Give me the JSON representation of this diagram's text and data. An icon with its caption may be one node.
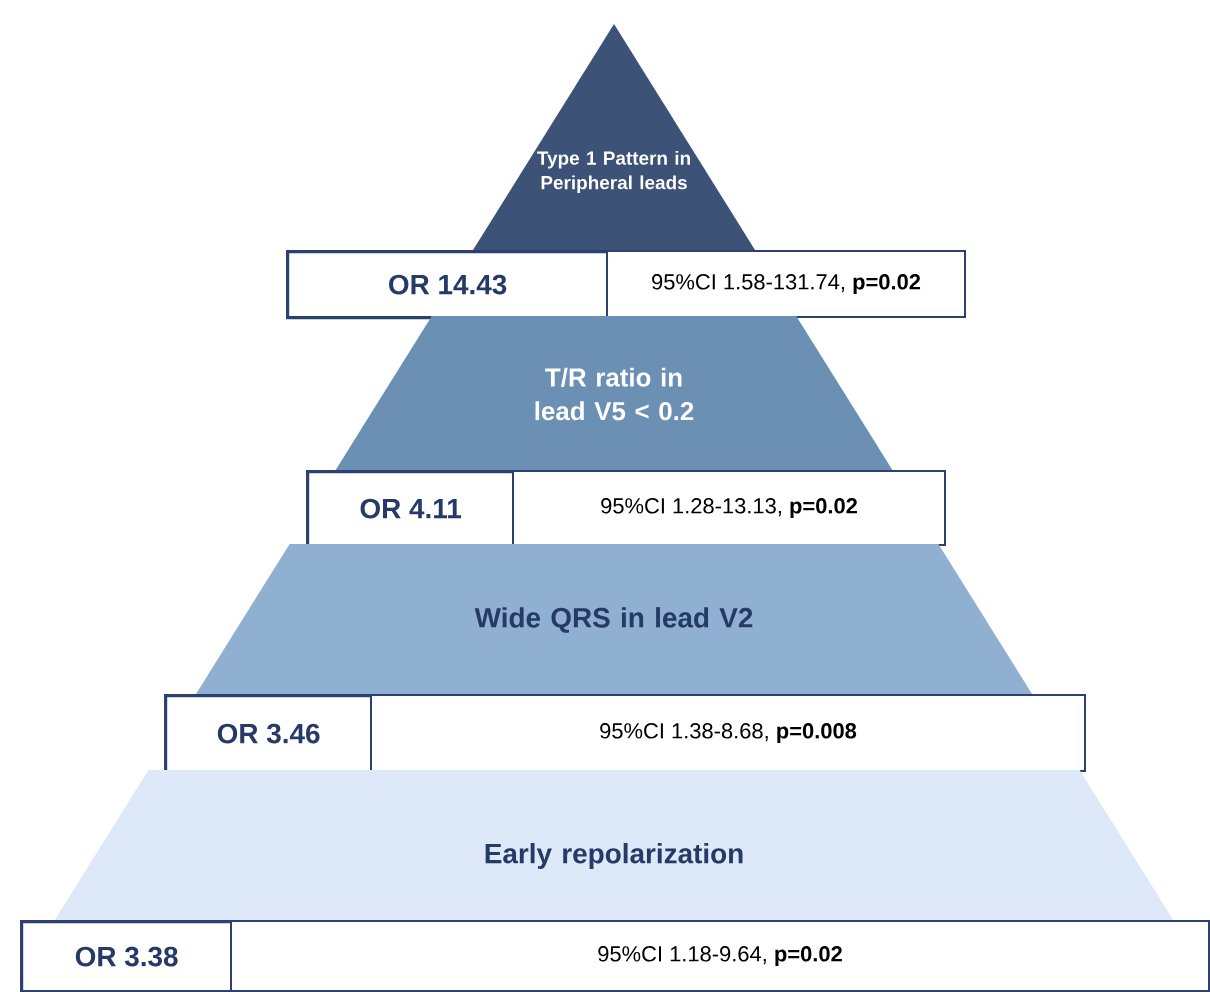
{
  "diagram": {
    "nodes": [
      {
        "text": [
          "Type 1 Pattern in Peripheral leads"
        ]
      },
      {
        "text": [
          "OR 14.43"
        ]
      },
      {
        "text": [
          "95%CI 1.58-131.74, **p=0.02**"
        ]
      },
      {
        "text": [
          "T/R ratio in lead V5 < 0.2"
        ]
      },
      {
        "text": [
          "OR 4.11"
        ]
      },
      {
        "text": [
          "95%CI 1.28-13.13, **p=0.02**"
        ]
      },
      {
        "text": [
          "Wide QRS in lead V2"
        ]
      },
      {
        "text": [
          "OR 3.46"
        ]
      },
      {
        "text": [
          "95%CI 1.38-8.68, **p=0.008**"
        ]
      },
      {
        "text": [
          "Early repolarization"
        ]
      },
      {
        "text": [
          "OR 3.38"
        ]
      },
      {
        "text": [
          "95%CI 1.18-9.64, **p=0.02**"
        ]
      }
    ]
  }
}
